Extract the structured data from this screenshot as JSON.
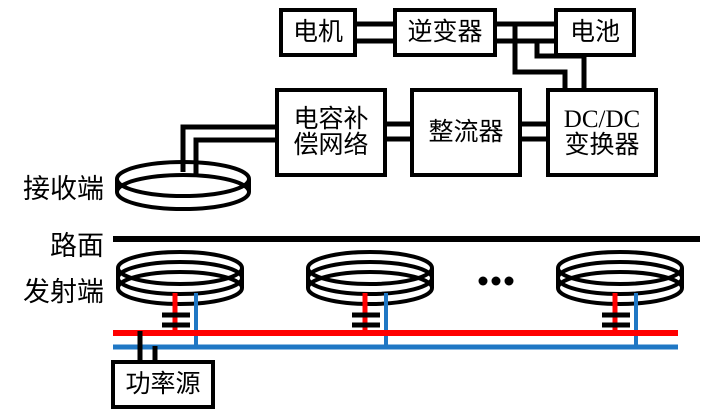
{
  "diagram": {
    "title": "Dynamic wireless power transfer system block diagram",
    "colors": {
      "wire": "#000000",
      "rail_positive": "#ff0000",
      "rail_negative": "#1f77c4",
      "background": "#ffffff"
    },
    "side_labels": [
      {
        "name": "receiver-side-label",
        "text": "接收端"
      },
      {
        "name": "road-surface-label",
        "text": "路面"
      },
      {
        "name": "transmitter-side-label",
        "text": "发射端"
      }
    ],
    "blocks": [
      {
        "name": "motor",
        "lines": [
          "电机"
        ]
      },
      {
        "name": "inverter",
        "lines": [
          "逆变器"
        ]
      },
      {
        "name": "battery",
        "lines": [
          "电池"
        ]
      },
      {
        "name": "capacitive-compensation-network",
        "lines": [
          "电容补",
          "偿网络"
        ]
      },
      {
        "name": "rectifier",
        "lines": [
          "整流器"
        ]
      },
      {
        "name": "dcdc-converter",
        "lines": [
          "DC/DC",
          "变换器"
        ]
      },
      {
        "name": "power-source",
        "lines": [
          "功率源"
        ]
      }
    ],
    "coils": [
      {
        "name": "receiver-coil",
        "turns": 2
      },
      {
        "name": "transmitter-coil-1",
        "turns": 3
      },
      {
        "name": "transmitter-coil-2",
        "turns": 3
      },
      {
        "name": "transmitter-coil-3",
        "turns": 3
      }
    ],
    "capacitors": [
      {
        "name": "compensation-capacitor-1",
        "plates": 2
      },
      {
        "name": "compensation-capacitor-2",
        "plates": 2
      },
      {
        "name": "compensation-capacitor-3",
        "plates": 2
      }
    ],
    "ellipsis": {
      "name": "coil-array-ellipsis",
      "text": "•••",
      "dots": 3
    }
  }
}
